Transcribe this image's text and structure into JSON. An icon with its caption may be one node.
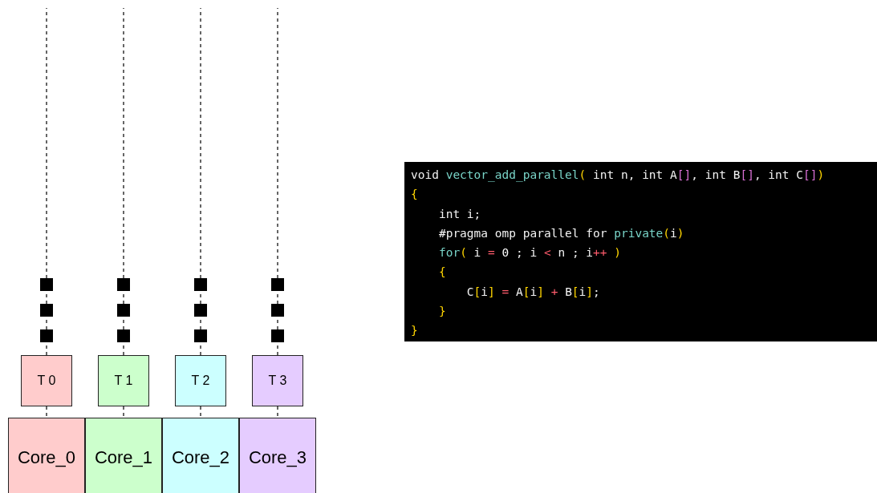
{
  "diagram": {
    "nodes": [
      {
        "text": [
          "Core_0"
        ]
      },
      {
        "text": [
          "Core_1"
        ]
      },
      {
        "text": [
          "Core_2"
        ]
      },
      {
        "text": [
          "Core_3"
        ]
      },
      {
        "text": [
          "T 0"
        ]
      },
      {
        "text": [
          "T 1"
        ]
      },
      {
        "text": [
          "T 2"
        ]
      },
      {
        "text": [
          "T 3"
        ]
      },
      {
        "text": [
          "void vector_add_parallel( int n, int A[], int B[], int C[])",
          "{",
          "    int i;",
          "    #pragma omp parallel for private(i)",
          "    for( i = 0 ; i < n ; i++ )",
          "    {",
          "        C[i] = A[i] + B[i];",
          "    }",
          "}"
        ]
      }
    ],
    "edges": [
      {
        "from": 4,
        "to": 0,
        "arrow": "none",
        "style": "dashed"
      },
      {
        "from": 5,
        "to": 1,
        "arrow": "none",
        "style": "dashed"
      },
      {
        "from": 6,
        "to": 2,
        "arrow": "none",
        "style": "dashed"
      },
      {
        "from": 7,
        "to": 3,
        "arrow": "none",
        "style": "dashed"
      },
      {
        "from": 4,
        "to": null,
        "arrow": "none",
        "style": "dashed"
      },
      {
        "from": 5,
        "to": null,
        "arrow": "none",
        "style": "dashed"
      },
      {
        "from": 6,
        "to": null,
        "arrow": "none",
        "style": "dashed"
      },
      {
        "from": 7,
        "to": null,
        "arrow": "none",
        "style": "dashed"
      }
    ]
  }
}
